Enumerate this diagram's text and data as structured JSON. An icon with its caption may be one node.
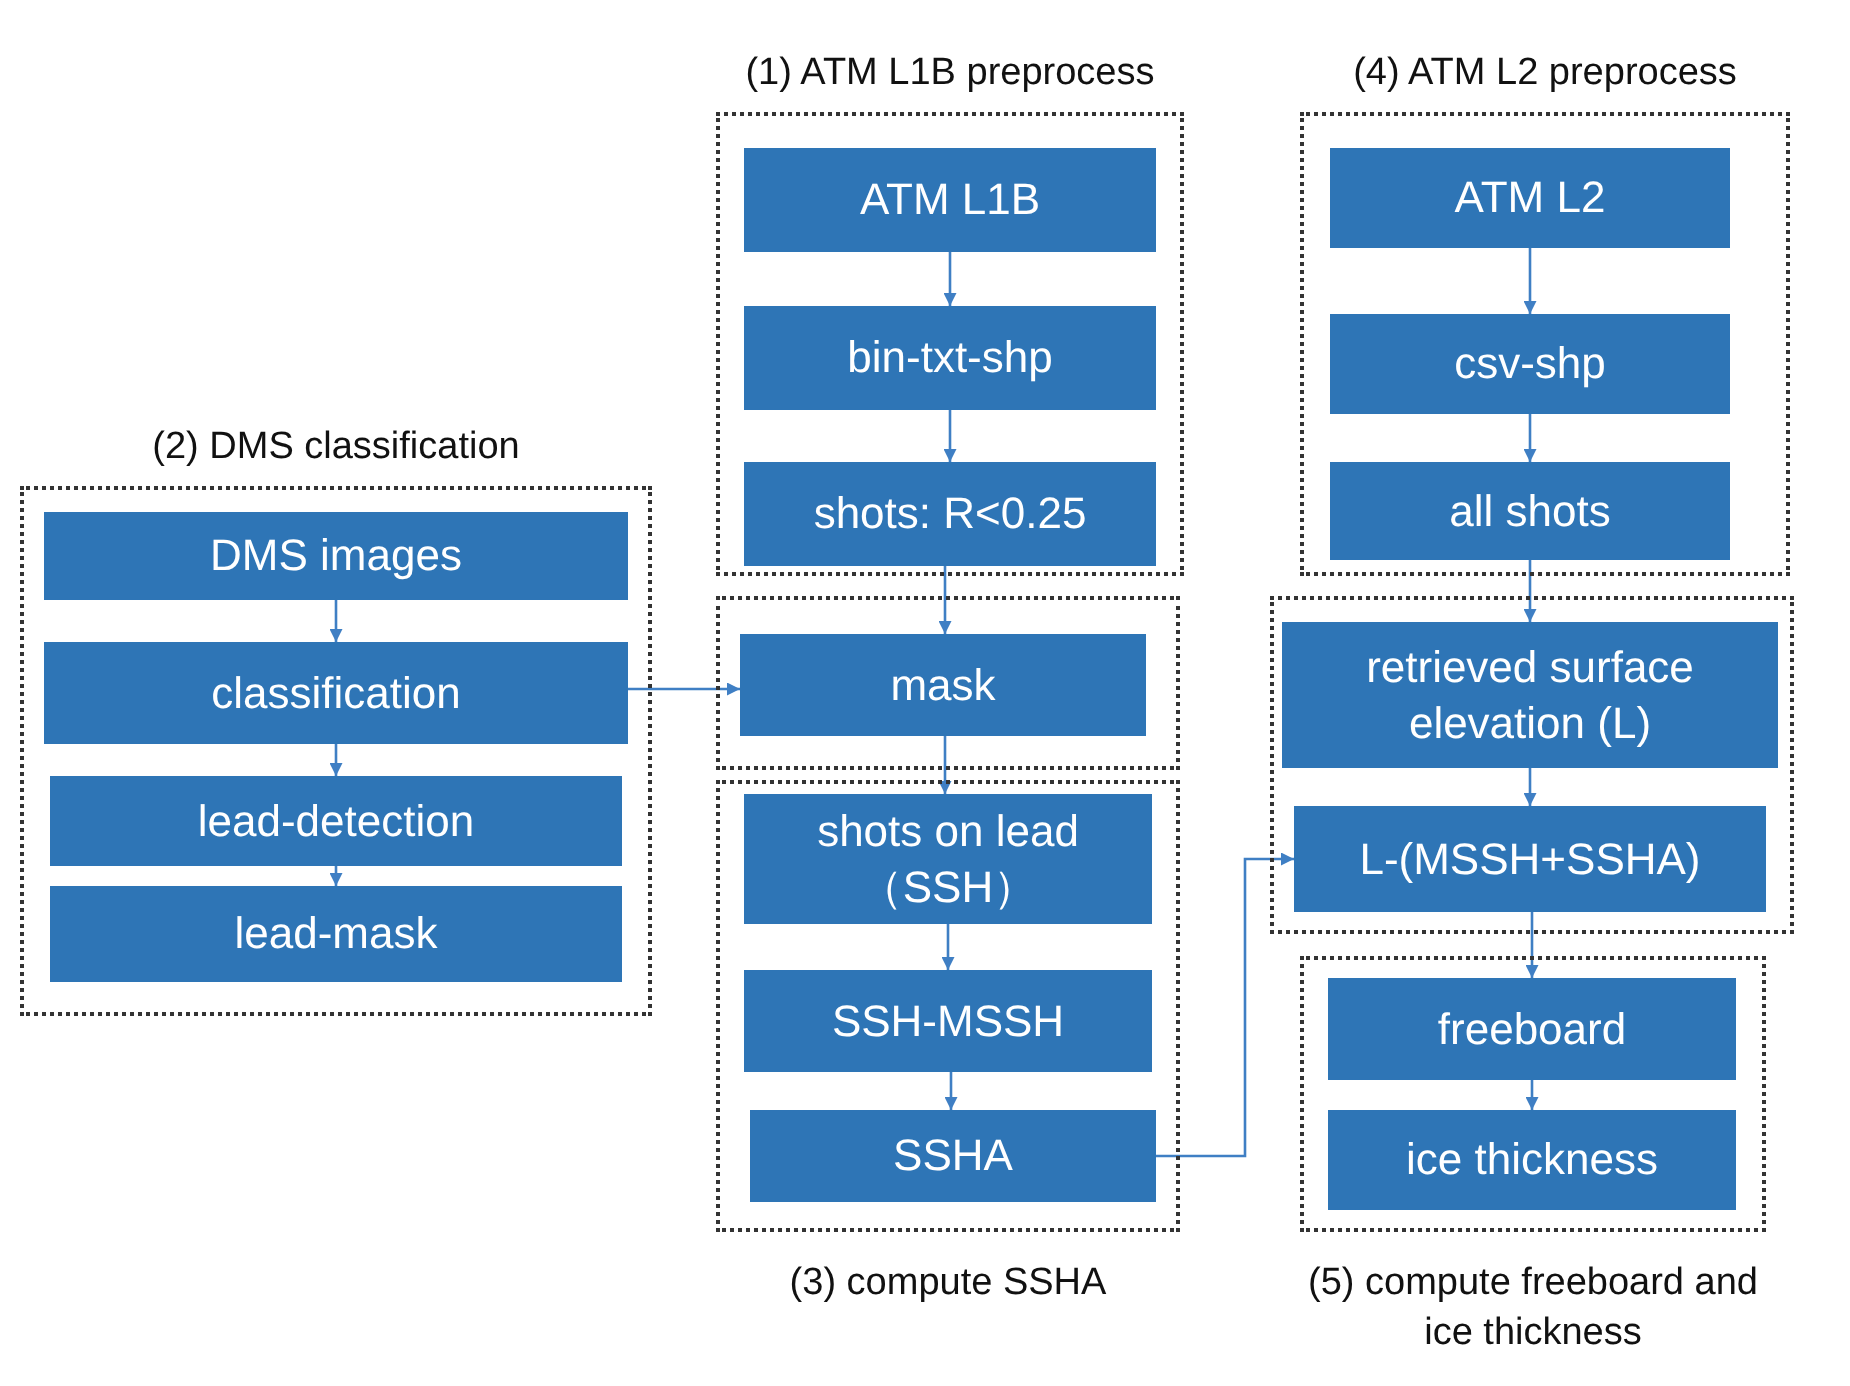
{
  "diagram": {
    "nodes": [
      {
        "text": [
          "(1) ATM L1B preprocess"
        ]
      },
      {
        "text": [
          "ATM L1B"
        ],
        "in": 0
      },
      {
        "text": [
          "bin-txt-shp"
        ],
        "in": 0
      },
      {
        "text": [
          "shots: R<0.25"
        ],
        "in": 0
      },
      {
        "text": [
          "(2) DMS classification"
        ]
      },
      {
        "text": [
          "DMS images"
        ],
        "in": 4
      },
      {
        "text": [
          "classification"
        ],
        "in": 4
      },
      {
        "text": [
          "lead-detection"
        ],
        "in": 4
      },
      {
        "text": [
          "lead-mask"
        ],
        "in": 4
      },
      {
        "text": [],
        "shape": "box"
      },
      {
        "text": [
          "mask"
        ],
        "in": 9
      },
      {
        "text": [
          "(3) compute SSHA"
        ]
      },
      {
        "text": [
          "shots on lead （SSH）"
        ],
        "in": 11
      },
      {
        "text": [
          "SSH-MSSH"
        ],
        "in": 11
      },
      {
        "text": [
          "SSHA"
        ],
        "in": 11
      },
      {
        "text": [
          "(4) ATM L2 preprocess"
        ]
      },
      {
        "text": [
          "ATM L2"
        ],
        "in": 15
      },
      {
        "text": [
          "csv-shp"
        ],
        "in": 15
      },
      {
        "text": [
          "all shots"
        ],
        "in": 15
      },
      {
        "text": [],
        "shape": "box"
      },
      {
        "text": [
          "retrieved surface elevation (L)"
        ],
        "in": 19
      },
      {
        "text": [
          "L-(MSSH+SSHA)"
        ],
        "in": 19
      },
      {
        "text": [
          "(5) compute freeboard and ice thickness"
        ]
      },
      {
        "text": [
          "freeboard"
        ],
        "in": 22
      },
      {
        "text": [
          "ice thickness"
        ],
        "in": 22
      }
    ],
    "edges": [
      {
        "from": 1,
        "to": 2,
        "arrow": "to"
      },
      {
        "from": 2,
        "to": 3,
        "arrow": "to"
      },
      {
        "from": 3,
        "to": 10,
        "arrow": "to"
      },
      {
        "from": 5,
        "to": 6,
        "arrow": "to"
      },
      {
        "from": 6,
        "to": 7,
        "arrow": "to"
      },
      {
        "from": 7,
        "to": 8,
        "arrow": "to"
      },
      {
        "from": 6,
        "to": 10,
        "arrow": "to"
      },
      {
        "from": 10,
        "to": 12,
        "arrow": "to"
      },
      {
        "from": 12,
        "to": 13,
        "arrow": "to"
      },
      {
        "from": 13,
        "to": 14,
        "arrow": "to"
      },
      {
        "from": 14,
        "to": 21,
        "arrow": "to"
      },
      {
        "from": 16,
        "to": 17,
        "arrow": "to"
      },
      {
        "from": 17,
        "to": 18,
        "arrow": "to"
      },
      {
        "from": 18,
        "to": 20,
        "arrow": "to"
      },
      {
        "from": 20,
        "to": 21,
        "arrow": "to"
      },
      {
        "from": 21,
        "to": 23,
        "arrow": "to"
      },
      {
        "from": 23,
        "to": 24,
        "arrow": "to"
      }
    ]
  }
}
